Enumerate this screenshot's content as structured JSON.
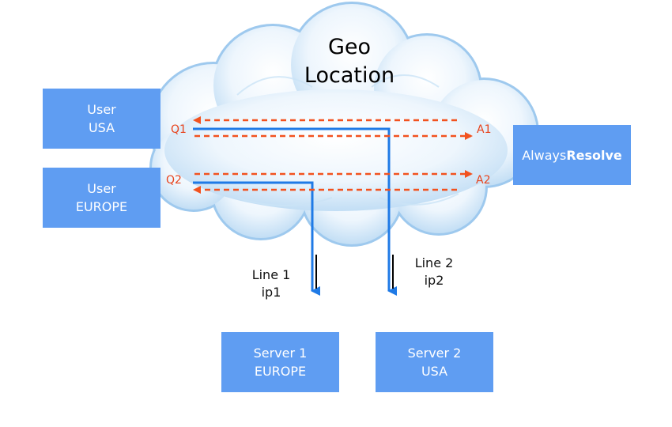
{
  "cloud": {
    "title_line1": "Geo",
    "title_line2": "Location"
  },
  "users": [
    {
      "line1": "User",
      "line2": "USA"
    },
    {
      "line1": "User",
      "line2": "EUROPE"
    }
  ],
  "resolver": {
    "prefix": "Always",
    "bold": "Resolve"
  },
  "queries": {
    "q1": "Q1",
    "q2": "Q2",
    "a1": "A1",
    "a2": "A2"
  },
  "lines": [
    {
      "name": "Line 1",
      "ip": "ip1"
    },
    {
      "name": "Line 2",
      "ip": "ip2"
    }
  ],
  "servers": [
    {
      "line1": "Server 1",
      "line2": "EUROPE"
    },
    {
      "line1": "Server 2",
      "line2": "USA"
    }
  ],
  "colors": {
    "box": "#5f9df2",
    "query_arrow": "#f2521f",
    "route_line": "#1f7ae6",
    "cloud": "#cfe6f8"
  }
}
